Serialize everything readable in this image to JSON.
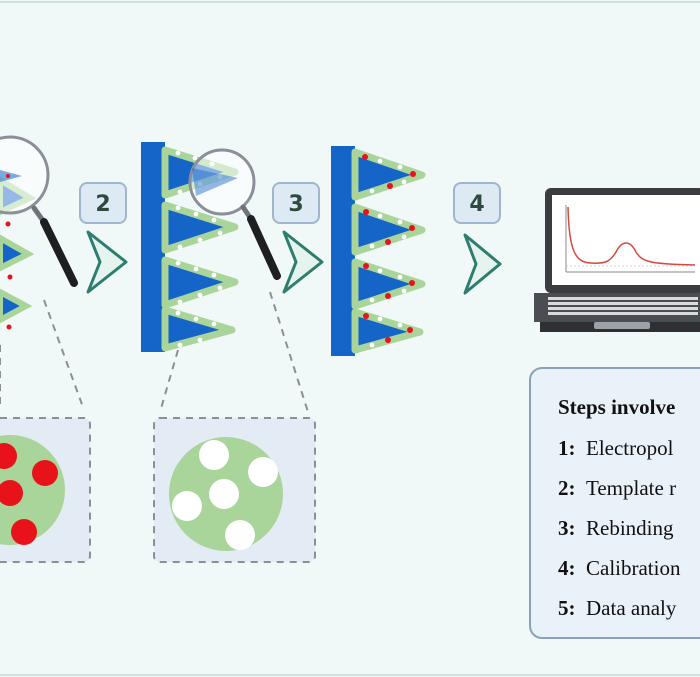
{
  "steps": [
    "2",
    "3",
    "4"
  ],
  "legend": {
    "title": "Steps involve",
    "items": [
      {
        "num": "1:",
        "text": "Electropol"
      },
      {
        "num": "2:",
        "text": "Template r"
      },
      {
        "num": "3:",
        "text": "Rebinding"
      },
      {
        "num": "4:",
        "text": "Calibration"
      },
      {
        "num": "5:",
        "text": "Data analy"
      }
    ]
  },
  "colors": {
    "electrode_blue": "#1565c8",
    "polymer_green": "#a9d49a",
    "template_red": "#e8121a",
    "cavity_white": "#ffffff",
    "arrow_teal": "#2e7d6e",
    "badge_fill": "#dde9f3"
  }
}
